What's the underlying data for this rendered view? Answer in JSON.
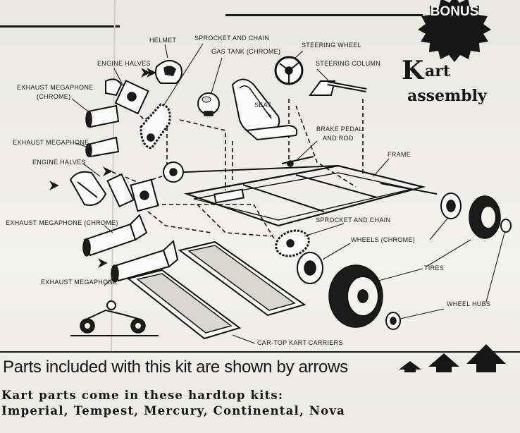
{
  "badge": {
    "text": "BONUS"
  },
  "title": {
    "big_letter": "K",
    "word_rest": "art",
    "line2": "assembly"
  },
  "labels": {
    "helmet": "HELMET",
    "sprocket_chain_top": "SPROCKET AND CHAIN",
    "gas_tank": "GAS TANK (CHROME)",
    "steering_wheel": "STEERING WHEEL",
    "steering_column": "STEERING COLUMN",
    "engine_halves_top": "ENGINE HALVES",
    "exhaust_megaphone_chrome_1_l1": "EXHAUST MEGAPHONE",
    "exhaust_megaphone_chrome_1_l2": "(CHROME)",
    "seat": "SEAT",
    "brake_pedal_l1": "BRAKE PEDAL",
    "brake_pedal_l2": "AND ROD",
    "exhaust_megaphone_1": "EXHAUST MEGAPHONE",
    "frame": "FRAME",
    "engine_halves_mid": "ENGINE HALVES",
    "exhaust_megaphone_chrome_2": "EXHAUST MEGAPHONE (CHROME)",
    "sprocket_chain_bottom": "SPROCKET AND CHAIN",
    "wheels_chrome": "WHEELS (CHROME)",
    "tires": "TIRES",
    "exhaust_megaphone_2": "EXHAUST MEGAPHONE",
    "wheel_hubs": "WHEEL HUBS",
    "car_top_carriers": "CAR-TOP KART CARRIERS"
  },
  "caption": "Parts included with this kit are shown by arrows",
  "kits": {
    "heading": "Kart parts come in these hardtop kits:",
    "list": "Imperial, Tempest, Mercury, Continental, Nova"
  }
}
